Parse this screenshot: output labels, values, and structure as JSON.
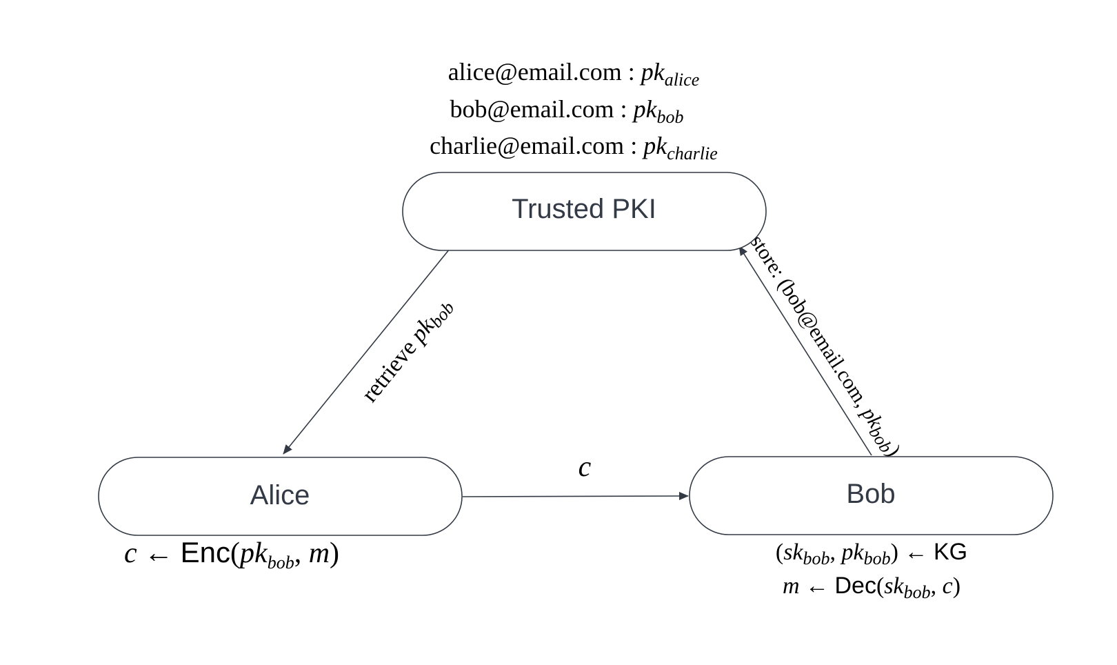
{
  "registry": [
    {
      "email": "alice@email.com",
      "sep": " : ",
      "key": "pk",
      "sub": "alice"
    },
    {
      "email": "bob@email.com",
      "sep": " : ",
      "key": "pk",
      "sub": "bob"
    },
    {
      "email": "charlie@email.com",
      "sep": " : ",
      "key": "pk",
      "sub": "charlie"
    }
  ],
  "nodes": {
    "pki": "Trusted PKI",
    "alice": "Alice",
    "bob": "Bob"
  },
  "edges": {
    "retrieve": {
      "text": "retrieve ",
      "key": "pk",
      "sub": "bob"
    },
    "store": {
      "text": "store: (bob@email.com, ",
      "key": "pk",
      "sub": "bob",
      "close": ")"
    },
    "cipher": "c"
  },
  "alice_op": {
    "c": "c",
    "arrow": " ← ",
    "func": "Enc",
    "open": "(",
    "key": "pk",
    "sub": "bob",
    "comma": ", ",
    "m": "m",
    "close": ")"
  },
  "bob_ops": {
    "keygen": {
      "open": "(",
      "sk": "sk",
      "sk_sub": "bob",
      "comma": ", ",
      "pk": "pk",
      "pk_sub": "bob",
      "close": ")",
      "arrow": " ← ",
      "func": "KG"
    },
    "decrypt": {
      "m": "m",
      "arrow": " ← ",
      "func": "Dec",
      "open": "(",
      "sk": "sk",
      "sk_sub": "bob",
      "comma": ", ",
      "c": "c",
      "close": ")"
    }
  }
}
